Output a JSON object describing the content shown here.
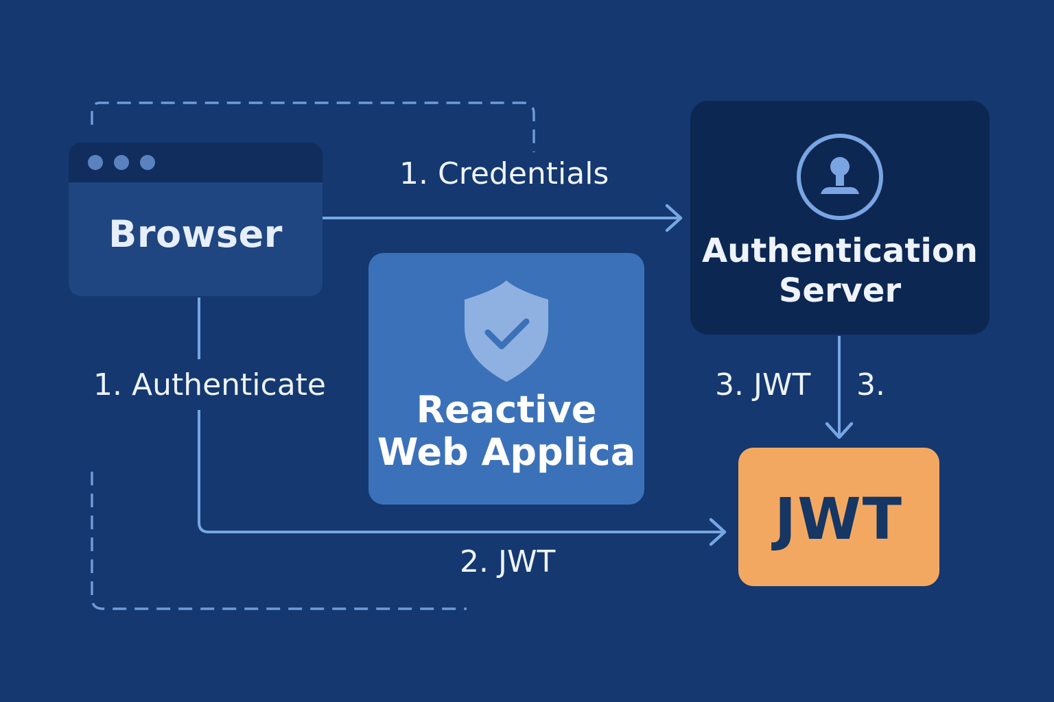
{
  "nodes": {
    "browser": {
      "label": "Browser"
    },
    "auth_server": {
      "label_line1": "Authentication",
      "label_line2": "Server",
      "icon": "user-circle-icon"
    },
    "web_app": {
      "label_line1": "Reactive",
      "label_line2": "Web Applica",
      "icon": "shield-check-icon"
    },
    "jwt": {
      "label": "JWT"
    }
  },
  "edges": {
    "credentials": "1. Credentials",
    "authenticate": "1. Authenticate",
    "jwt_to_browser": "2. JWT",
    "jwt_from_server": "3. JWT",
    "step3": "3."
  },
  "colors": {
    "background": "#14386f",
    "browser": "#1f4680",
    "auth_server": "#0d2753",
    "web_app": "#3b71b8",
    "jwt": "#f3a861",
    "connector": "#78a6e3"
  }
}
